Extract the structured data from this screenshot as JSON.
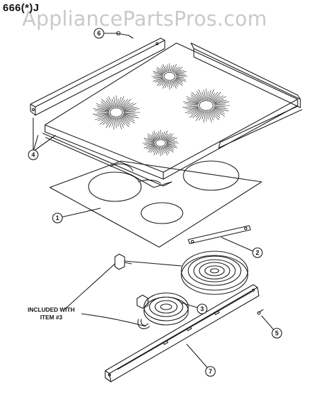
{
  "header": {
    "model_code": "666(*)J",
    "watermark": "AppliancePartsPros.com"
  },
  "callouts": {
    "cooktop_glass_panel": "1",
    "element_bracket_strap": "2",
    "radiant_element": "3",
    "side_trim_rails": "4",
    "support_screw": "5",
    "rear_mounting_screw": "6",
    "element_support_channel": "7"
  },
  "note": {
    "line1": "INCLUDED WITH",
    "line2": "ITEM #3"
  },
  "colors": {
    "line": "#1a1a1a",
    "watermark": "#c9c9c9",
    "background": "#ffffff"
  }
}
